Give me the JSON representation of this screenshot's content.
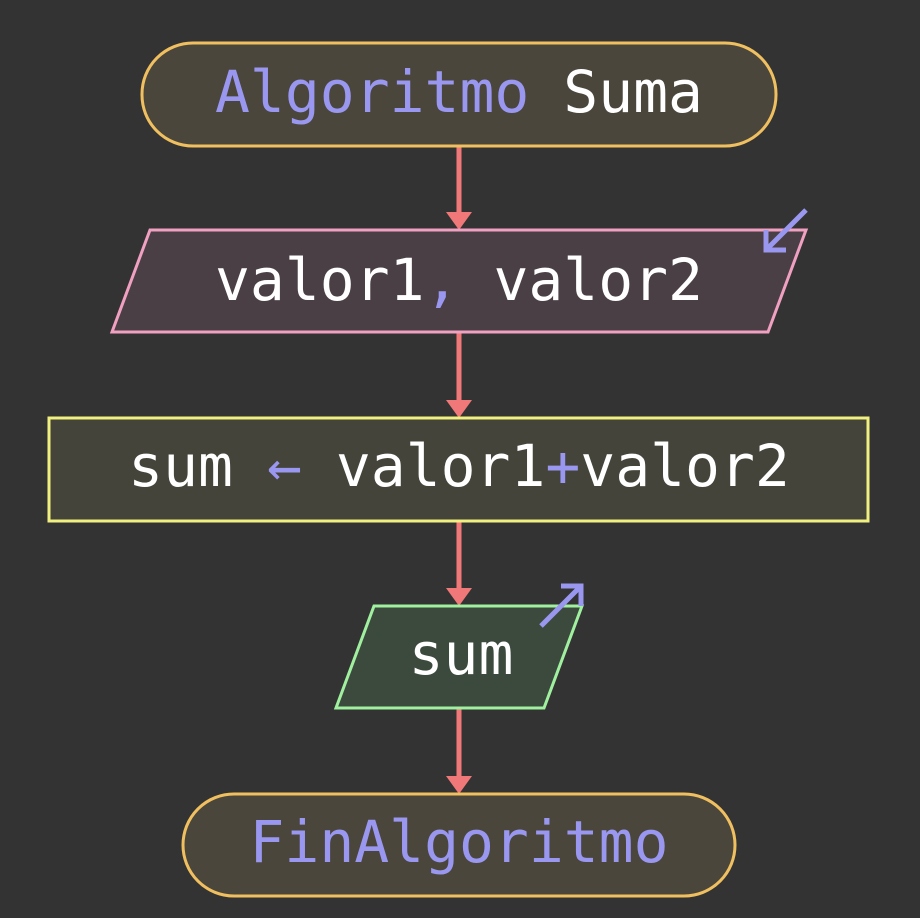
{
  "flowchart": {
    "start": {
      "keyword": "Algoritmo",
      "name": "Suma"
    },
    "input": {
      "var1": "valor1",
      "separator": ",",
      "var2": "valor2",
      "icon": "input-arrow-icon"
    },
    "process": {
      "target": "sum",
      "assign_op": "←",
      "operand1": "valor1",
      "plus_op": "+",
      "operand2": "valor2"
    },
    "output": {
      "var": "sum",
      "icon": "output-arrow-icon"
    },
    "end": {
      "keyword": "FinAlgoritmo"
    }
  },
  "colors": {
    "background": "#333333",
    "arrow": "#f07878",
    "keyword": "#9a97f0",
    "text": "#ffffff",
    "start_fill": "#4a463c",
    "start_stroke": "#f0c060",
    "input_fill": "#4a3f45",
    "input_stroke": "#f0a0c0",
    "process_fill": "#44443a",
    "process_stroke": "#f0f080",
    "output_fill": "#3c4a3e",
    "output_stroke": "#a0f0a0"
  }
}
